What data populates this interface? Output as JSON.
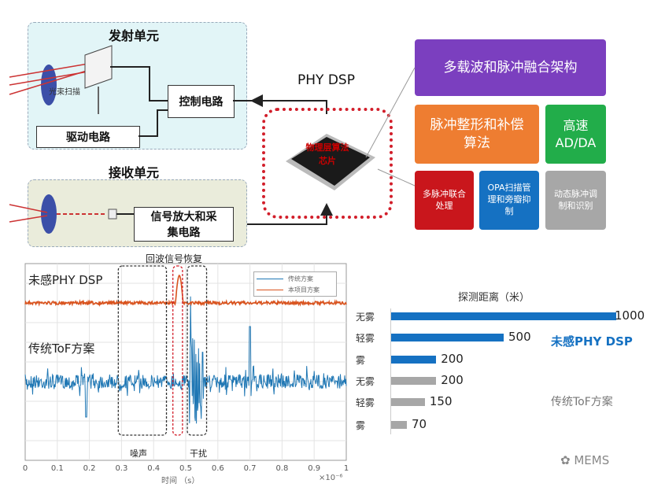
{
  "transmit": {
    "title": "发射单元",
    "scan_label": "光束扫描",
    "control": "控制电路",
    "driver": "驱动电路"
  },
  "receive": {
    "title": "接收单元",
    "amp": "信号放大和采集电路"
  },
  "dsp": {
    "label": "PHY DSP",
    "chip_text": "物理层算法芯片"
  },
  "features": {
    "top": "多载波和脉冲融合架构",
    "pulse": "脉冲整形和补偿算法",
    "adda": "高速 AD/DA",
    "multi": "多脉冲联合处理",
    "opa": "OPA扫描管理和旁瓣抑制",
    "dynamic": "动态脉冲调制和识别"
  },
  "colors": {
    "purple": "#7b3fbf",
    "orange": "#ee7d31",
    "green": "#22ad4a",
    "red": "#c9161c",
    "blue": "#1571c2",
    "gray": "#a7a7a7"
  },
  "signal_chart": {
    "title": "回波信号恢复",
    "label_dsp": "未感PHY DSP",
    "label_tof": "传统ToF方案",
    "legend": [
      "传统方案",
      "本项目方案"
    ],
    "noise": "噪声",
    "interference": "干扰",
    "xticks": [
      "0",
      "0.1",
      "0.2",
      "0.3",
      "0.4",
      "0.5",
      "0.6",
      "0.7",
      "0.8",
      "0.9",
      "1"
    ],
    "xlabel": "时间 （s）",
    "xscale": "×10⁻⁶"
  },
  "chart_data": {
    "type": "bar",
    "title": "探测距离（米）",
    "categories": [
      "无雾",
      "轻雾",
      "雾",
      "无雾",
      "轻雾",
      "雾"
    ],
    "values": [
      1000,
      500,
      200,
      200,
      150,
      70
    ],
    "series_labels": [
      "未感PHY DSP",
      "传统ToF方案"
    ],
    "series_of_bar": [
      0,
      0,
      0,
      1,
      1,
      1
    ],
    "xlim": [
      0,
      1000
    ]
  },
  "watermark": "MEMS"
}
